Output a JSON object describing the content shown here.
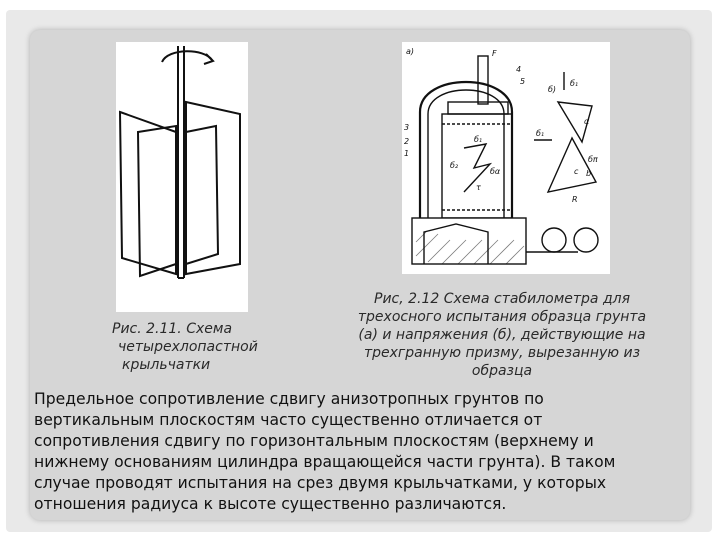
{
  "slide": {
    "fig1": {
      "caption_lines": [
        "Рис. 2.11. Схема",
        "четырехлопастной",
        "крыльчатки"
      ]
    },
    "fig2": {
      "caption_lines": [
        "Рис, 2.12 Схема стабилометра для",
        "трехосного испытания образца грунта",
        "(а) и напряжения (б), действующие на",
        "трехгранную призму, вырезанную из",
        "образца"
      ],
      "labels": {
        "a": "а)",
        "b": "б)",
        "F": "F",
        "n4": "4",
        "n5": "5",
        "n3": "3",
        "n2": "2",
        "n1": "1",
        "sigma1": "б₁",
        "sigma1b": "б₁",
        "sigma2": "б₂",
        "sigma_a": "бα",
        "sigma_n": "бπ",
        "tau": "τ",
        "alpha": "α",
        "R": "R",
        "c": "c",
        "b2": "b"
      }
    },
    "body_lines": [
      "Предельное сопротивление сдвигу анизотропных грунтов по",
      "вертикальным плоскостям часто существенно отличается от",
      "сопротивления сдвигу по горизонтальным плоскостям (верхнему и",
      "нижнему основаниям цилиндра вращающейся части грунта). В таком",
      "случае проводят испытания на срез двумя крыльчатками, у которых",
      "отношения радиуса к высоте существенно различаются."
    ]
  }
}
